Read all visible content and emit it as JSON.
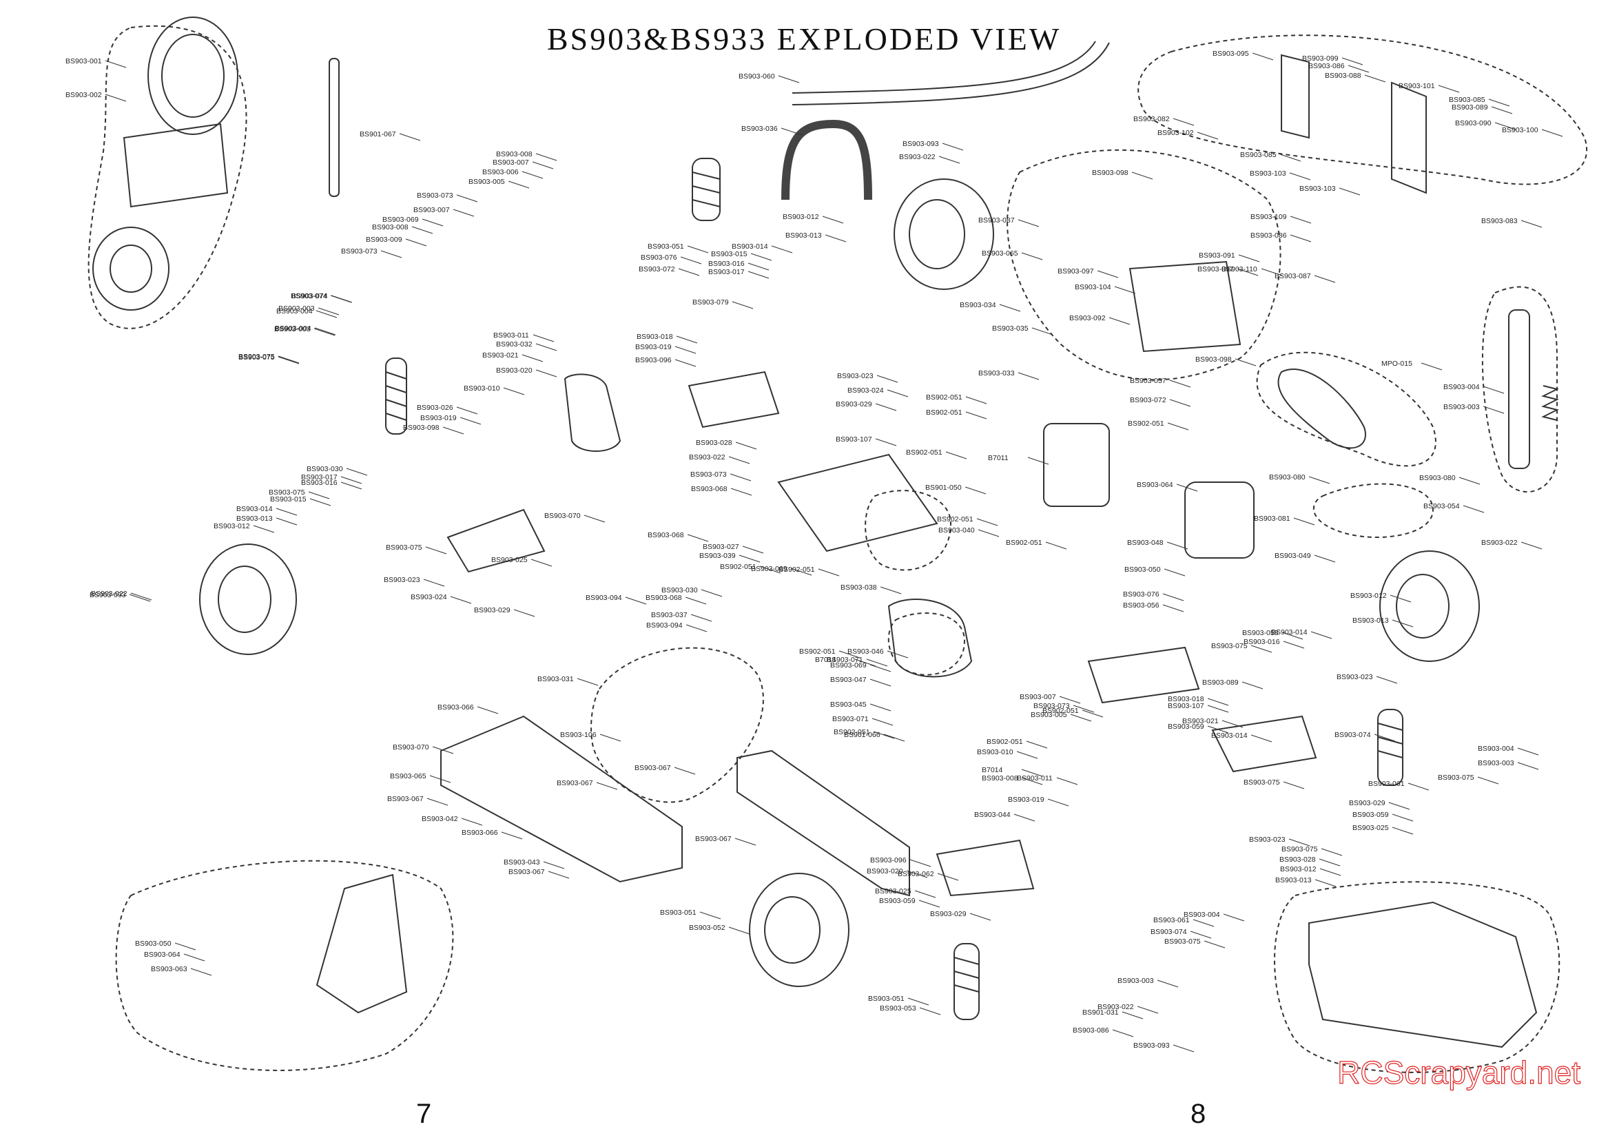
{
  "title": "BS903&BS933 EXPLODED VIEW",
  "page_numbers": [
    "7",
    "8"
  ],
  "watermark": "RCScrapyard.net",
  "parts": [
    {
      "ref": "BS903-001"
    },
    {
      "ref": "BS903-002"
    },
    {
      "ref": "BS901-067"
    },
    {
      "ref": "BS903-060"
    },
    {
      "ref": "BS903-074"
    },
    {
      "ref": "BS903-003"
    },
    {
      "ref": "BS903-004"
    },
    {
      "ref": "BS903-075"
    },
    {
      "ref": "BS903-008"
    },
    {
      "ref": "BS903-007"
    },
    {
      "ref": "BS903-006"
    },
    {
      "ref": "BS903-005"
    },
    {
      "ref": "BS903-073"
    },
    {
      "ref": "BS903-069"
    },
    {
      "ref": "BS903-009"
    },
    {
      "ref": "BS903-036"
    },
    {
      "ref": "BS903-093"
    },
    {
      "ref": "BS903-022"
    },
    {
      "ref": "BS903-012"
    },
    {
      "ref": "BS903-013"
    },
    {
      "ref": "BS903-014"
    },
    {
      "ref": "BS903-015"
    },
    {
      "ref": "BS903-016"
    },
    {
      "ref": "BS903-017"
    },
    {
      "ref": "BS903-051"
    },
    {
      "ref": "BS903-076"
    },
    {
      "ref": "BS903-072"
    },
    {
      "ref": "BS903-079"
    },
    {
      "ref": "BS903-011"
    },
    {
      "ref": "BS903-032"
    },
    {
      "ref": "BS903-021"
    },
    {
      "ref": "BS903-018"
    },
    {
      "ref": "BS903-019"
    },
    {
      "ref": "BS903-096"
    },
    {
      "ref": "BS903-020"
    },
    {
      "ref": "BS903-010"
    },
    {
      "ref": "BS903-026"
    },
    {
      "ref": "BS903-098"
    },
    {
      "ref": "BS903-023"
    },
    {
      "ref": "BS903-024"
    },
    {
      "ref": "BS903-029"
    },
    {
      "ref": "BS903-107"
    },
    {
      "ref": "BS903-028"
    },
    {
      "ref": "BS903-068"
    },
    {
      "ref": "BS903-030"
    },
    {
      "ref": "BS903-070"
    },
    {
      "ref": "BS903-025"
    },
    {
      "ref": "BS903-027"
    },
    {
      "ref": "BS903-039"
    },
    {
      "ref": "BS903-094"
    },
    {
      "ref": "BS903-037"
    },
    {
      "ref": "BS902-051"
    },
    {
      "ref": "BS903-080"
    },
    {
      "ref": "BS903-038"
    },
    {
      "ref": "BS903-071"
    },
    {
      "ref": "BS903-034"
    },
    {
      "ref": "BS903-035"
    },
    {
      "ref": "BS903-033"
    },
    {
      "ref": "BS903-057"
    },
    {
      "ref": "BS903-084"
    },
    {
      "ref": "BS901-050"
    },
    {
      "ref": "BS903-040"
    },
    {
      "ref": "BS903-048"
    },
    {
      "ref": "BS903-050"
    },
    {
      "ref": "BS903-056"
    },
    {
      "ref": "BS903-081"
    },
    {
      "ref": "BS903-049"
    },
    {
      "ref": "BS903-054"
    },
    {
      "ref": "BS903-095"
    },
    {
      "ref": "BS903-099"
    },
    {
      "ref": "BS903-086"
    },
    {
      "ref": "BS903-088"
    },
    {
      "ref": "BS903-101"
    },
    {
      "ref": "BS903-085"
    },
    {
      "ref": "BS903-089"
    },
    {
      "ref": "BS903-090"
    },
    {
      "ref": "BS903-100"
    },
    {
      "ref": "BS903-082"
    },
    {
      "ref": "BS903-102"
    },
    {
      "ref": "BS903-103"
    },
    {
      "ref": "BS903-083"
    },
    {
      "ref": "BS903-087"
    },
    {
      "ref": "BS903-109"
    },
    {
      "ref": "BS903-065"
    },
    {
      "ref": "BS903-091"
    },
    {
      "ref": "BS903-097"
    },
    {
      "ref": "BS903-110"
    },
    {
      "ref": "BS903-104"
    },
    {
      "ref": "BS903-092"
    },
    {
      "ref": "MPO-015"
    },
    {
      "ref": "BS903-031"
    },
    {
      "ref": "BS903-106"
    },
    {
      "ref": "BS903-066"
    },
    {
      "ref": "BS903-067"
    },
    {
      "ref": "BS903-042"
    },
    {
      "ref": "BS903-043"
    },
    {
      "ref": "BS903-047"
    },
    {
      "ref": "BS903-046"
    },
    {
      "ref": "BS903-045"
    },
    {
      "ref": "BS903-044"
    },
    {
      "ref": "BS903-009"
    },
    {
      "ref": "BS903-058"
    },
    {
      "ref": "BS903-061"
    },
    {
      "ref": "BS903-059"
    },
    {
      "ref": "BS903-062"
    },
    {
      "ref": "BS903-063"
    },
    {
      "ref": "BS903-064"
    },
    {
      "ref": "BS903-052"
    },
    {
      "ref": "BS903-053"
    },
    {
      "ref": "BS901-031"
    },
    {
      "ref": "BS901-066"
    }
  ],
  "labels": [
    {
      "text": "BS903-001"
    },
    {
      "text": "BS903-002"
    },
    {
      "text": "BS901-067"
    },
    {
      "text": "BS903-060"
    },
    {
      "text": "BS903-074"
    },
    {
      "text": "BS903-003"
    },
    {
      "text": "BS903-004"
    },
    {
      "text": "BS903-075"
    },
    {
      "text": "BS903-008"
    },
    {
      "text": "BS903-007"
    },
    {
      "text": "BS903-006"
    },
    {
      "text": "BS903-005"
    },
    {
      "text": "BS903-073"
    },
    {
      "text": "BS903-007"
    },
    {
      "text": "BS903-069"
    },
    {
      "text": "BS903-008"
    },
    {
      "text": "BS903-009"
    },
    {
      "text": "BS903-073"
    },
    {
      "text": "BS903-036"
    },
    {
      "text": "BS903-093"
    },
    {
      "text": "BS903-022"
    },
    {
      "text": "BS903-012"
    },
    {
      "text": "BS903-013"
    },
    {
      "text": "BS903-014"
    },
    {
      "text": "BS903-015"
    },
    {
      "text": "BS903-016"
    },
    {
      "text": "BS903-017"
    },
    {
      "text": "BS903-051"
    },
    {
      "text": "BS903-076"
    },
    {
      "text": "BS903-072"
    },
    {
      "text": "BS903-079"
    },
    {
      "text": "BS903-011"
    },
    {
      "text": "BS903-074"
    },
    {
      "text": "BS903-004"
    },
    {
      "text": "BS903-003"
    },
    {
      "text": "BS903-075"
    },
    {
      "text": "BS903-032"
    },
    {
      "text": "BS903-021"
    },
    {
      "text": "BS903-018"
    },
    {
      "text": "BS903-019"
    },
    {
      "text": "BS903-096"
    },
    {
      "text": "BS903-020"
    },
    {
      "text": "BS903-010"
    },
    {
      "text": "BS903-026"
    },
    {
      "text": "BS903-019"
    },
    {
      "text": "BS903-098"
    },
    {
      "text": "BS903-023"
    },
    {
      "text": "BS903-024"
    },
    {
      "text": "BS903-029"
    },
    {
      "text": "BS903-107"
    },
    {
      "text": "BS903-028"
    },
    {
      "text": "BS903-022"
    },
    {
      "text": "BS903-073"
    },
    {
      "text": "BS903-068"
    },
    {
      "text": "BS903-030"
    },
    {
      "text": "BS903-017"
    },
    {
      "text": "BS903-016"
    },
    {
      "text": "BS903-075"
    },
    {
      "text": "BS903-015"
    },
    {
      "text": "BS903-014"
    },
    {
      "text": "BS903-013"
    },
    {
      "text": "BS903-012"
    },
    {
      "text": "BS903-070"
    },
    {
      "text": "BS903-075"
    },
    {
      "text": "BS903-023"
    },
    {
      "text": "BS903-025"
    },
    {
      "text": "BS903-024"
    },
    {
      "text": "BS903-029"
    },
    {
      "text": "BS903-022"
    },
    {
      "text": "BS903-093"
    },
    {
      "text": "BS903-068"
    },
    {
      "text": "BS903-027"
    },
    {
      "text": "BS903-039"
    },
    {
      "text": "BS903-030"
    },
    {
      "text": "BS903-094"
    },
    {
      "text": "BS903-068"
    },
    {
      "text": "BS903-037"
    },
    {
      "text": "BS903-094"
    },
    {
      "text": "BS902-051"
    },
    {
      "text": "BS903-069"
    },
    {
      "text": "BS902-051"
    },
    {
      "text": "BS903-038"
    },
    {
      "text": "BS902-051"
    },
    {
      "text": "BS903-071"
    },
    {
      "text": "B7014"
    },
    {
      "text": "BS903-034"
    },
    {
      "text": "BS903-035"
    },
    {
      "text": "BS903-033"
    },
    {
      "text": "BS902-051"
    },
    {
      "text": "BS902-051"
    },
    {
      "text": "BS903-080"
    },
    {
      "text": "BS902-051"
    },
    {
      "text": "B7011"
    },
    {
      "text": "BS901-050"
    },
    {
      "text": "BS902-051"
    },
    {
      "text": "BS903-040"
    },
    {
      "text": "BS903-057"
    },
    {
      "text": "BS903-072"
    },
    {
      "text": "BS902-051"
    },
    {
      "text": "BS903-064"
    },
    {
      "text": "BS903-048"
    },
    {
      "text": "BS903-050"
    },
    {
      "text": "BS902-051"
    },
    {
      "text": "BS903-076"
    },
    {
      "text": "BS903-056"
    },
    {
      "text": "BS903-081"
    },
    {
      "text": "BS903-049"
    },
    {
      "text": "BS903-080"
    },
    {
      "text": "BS903-054"
    },
    {
      "text": "BS903-095"
    },
    {
      "text": "BS903-099"
    },
    {
      "text": "BS903-086"
    },
    {
      "text": "BS903-088"
    },
    {
      "text": "BS903-101"
    },
    {
      "text": "BS903-085"
    },
    {
      "text": "BS903-089"
    },
    {
      "text": "BS903-090"
    },
    {
      "text": "BS903-100"
    },
    {
      "text": "BS903-082"
    },
    {
      "text": "BS903-102"
    },
    {
      "text": "BS903-085"
    },
    {
      "text": "BS903-103"
    },
    {
      "text": "BS903-103"
    },
    {
      "text": "BS903-083"
    },
    {
      "text": "BS903-098"
    },
    {
      "text": "BS903-087"
    },
    {
      "text": "BS903-109"
    },
    {
      "text": "BS903-086"
    },
    {
      "text": "BS903-065"
    },
    {
      "text": "BS903-091"
    },
    {
      "text": "BS903-097"
    },
    {
      "text": "BS903-110"
    },
    {
      "text": "BS903-087"
    },
    {
      "text": "BS903-097"
    },
    {
      "text": "BS903-104"
    },
    {
      "text": "BS903-092"
    },
    {
      "text": "BS903-098"
    },
    {
      "text": "MPO-015"
    },
    {
      "text": "BS903-004"
    },
    {
      "text": "BS903-003"
    },
    {
      "text": "BS903-022"
    },
    {
      "text": "BS903-012"
    },
    {
      "text": "BS903-013"
    },
    {
      "text": "BS903-014"
    },
    {
      "text": "BS903-058"
    },
    {
      "text": "BS903-016"
    },
    {
      "text": "BS903-075"
    },
    {
      "text": "BS903-089"
    },
    {
      "text": "BS903-023"
    },
    {
      "text": "BS903-074"
    },
    {
      "text": "BS903-004"
    },
    {
      "text": "BS903-003"
    },
    {
      "text": "BS903-075"
    },
    {
      "text": "BS903-061"
    },
    {
      "text": "BS903-059"
    },
    {
      "text": "BS903-029"
    },
    {
      "text": "BS903-025"
    },
    {
      "text": "BS903-031"
    },
    {
      "text": "BS903-106"
    },
    {
      "text": "BS903-066"
    },
    {
      "text": "BS903-070"
    },
    {
      "text": "BS903-065"
    },
    {
      "text": "BS903-067"
    },
    {
      "text": "BS903-067"
    },
    {
      "text": "BS903-067"
    },
    {
      "text": "BS903-042"
    },
    {
      "text": "BS903-066"
    },
    {
      "text": "BS903-067"
    },
    {
      "text": "BS903-043"
    },
    {
      "text": "BS903-067"
    },
    {
      "text": "BS903-069"
    },
    {
      "text": "BS903-046"
    },
    {
      "text": "BS903-047"
    },
    {
      "text": "BS903-045"
    },
    {
      "text": "BS903-071"
    },
    {
      "text": "BS902-051"
    },
    {
      "text": "BS901-066"
    },
    {
      "text": "BS902-051"
    },
    {
      "text": "B7014"
    },
    {
      "text": "BS903-044"
    },
    {
      "text": "BS903-019"
    },
    {
      "text": "BS903-008"
    },
    {
      "text": "BS903-010"
    },
    {
      "text": "BS903-011"
    },
    {
      "text": "BS902-051"
    },
    {
      "text": "BS903-007"
    },
    {
      "text": "BS903-005"
    },
    {
      "text": "BS903-073"
    },
    {
      "text": "BS903-018"
    },
    {
      "text": "BS903-107"
    },
    {
      "text": "BS903-021"
    },
    {
      "text": "BS903-059"
    },
    {
      "text": "BS903-014"
    },
    {
      "text": "BS903-075"
    },
    {
      "text": "BS903-096"
    },
    {
      "text": "BS903-062"
    },
    {
      "text": "BS903-020"
    },
    {
      "text": "BS903-075"
    },
    {
      "text": "BS903-028"
    },
    {
      "text": "BS903-012"
    },
    {
      "text": "BS903-013"
    },
    {
      "text": "BS903-023"
    },
    {
      "text": "BS903-025"
    },
    {
      "text": "BS903-059"
    },
    {
      "text": "BS903-029"
    },
    {
      "text": "BS903-061"
    },
    {
      "text": "BS903-074"
    },
    {
      "text": "BS903-004"
    },
    {
      "text": "BS903-075"
    },
    {
      "text": "BS903-003"
    },
    {
      "text": "BS903-022"
    },
    {
      "text": "BS903-093"
    },
    {
      "text": "BS903-086"
    },
    {
      "text": "BS901-031"
    },
    {
      "text": "BS903-051"
    },
    {
      "text": "BS903-053"
    },
    {
      "text": "BS903-051"
    },
    {
      "text": "BS903-052"
    },
    {
      "text": "BS903-050"
    },
    {
      "text": "BS903-064"
    },
    {
      "text": "BS903-063"
    }
  ]
}
